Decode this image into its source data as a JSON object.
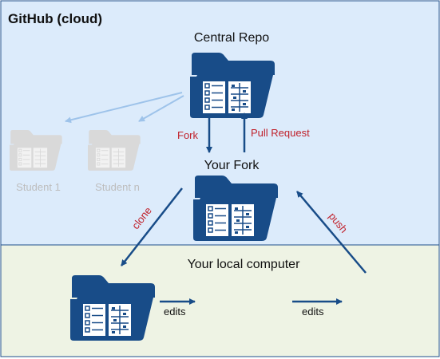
{
  "regions": {
    "cloud_title": "GitHub (cloud)",
    "local_title": "Your local computer"
  },
  "repos": {
    "central_label": "Central Repo",
    "fork_label": "Your Fork",
    "student1_label": "Student 1",
    "studentn_label": "Student n"
  },
  "arrows": {
    "fork_label": "Fork",
    "pull_request_label": "Pull Request",
    "clone_label": "clone",
    "push_label": "push",
    "edits_label_1": "edits",
    "edits_label_2": "edits"
  },
  "colors": {
    "cloud_bg": "#dcebfb",
    "local_bg": "#eef3e4",
    "border": "#1f4f8b",
    "folder": "#184c88",
    "folder_faded": "#d9d9d9",
    "arrow": "#184c88",
    "arrow_faded": "#9ec3ea",
    "accent_text": "#c0202a",
    "faded_text": "#bdbdbd"
  }
}
